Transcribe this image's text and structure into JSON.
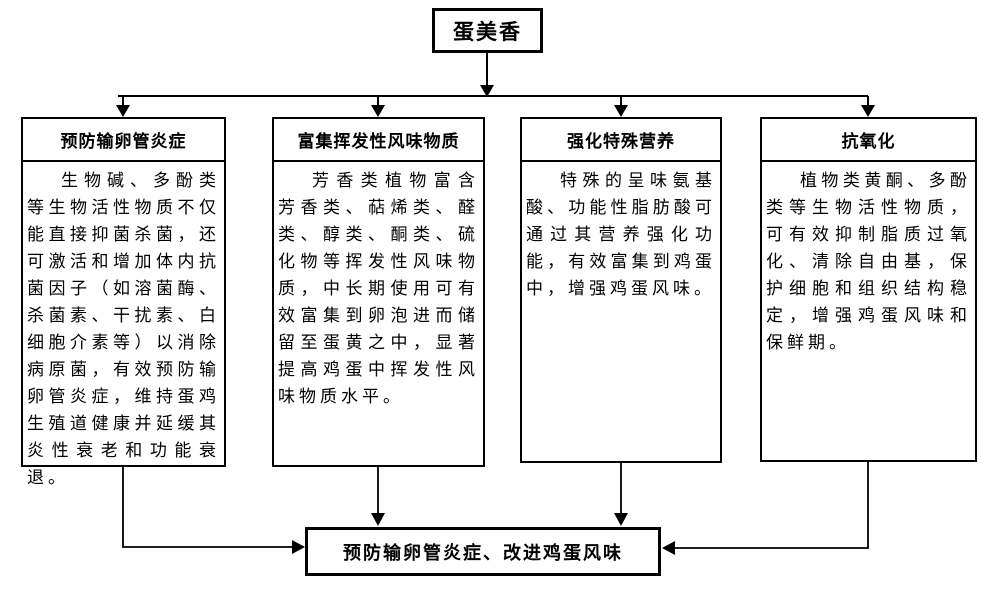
{
  "root": {
    "title": "蛋美香"
  },
  "branches": [
    {
      "title": "预防输卵管炎症",
      "body": "生物碱、多酚类等生物活性物质不仅能直接抑菌杀菌，还可激活和增加体内抗菌因子（如溶菌酶、杀菌素、干扰素、白细胞介素等）以消除病原菌，有效预防输卵管炎症，维持蛋鸡生殖道健康并延缓其炎性衰老和功能衰退。"
    },
    {
      "title": "富集挥发性风味物质",
      "body": "芳香类植物富含芳香类、萜烯类、醛类、醇类、酮类、硫化物等挥发性风味物质，中长期使用可有效富集到卵泡进而储留至蛋黄之中，显著提高鸡蛋中挥发性风味物质水平。"
    },
    {
      "title": "强化特殊营养",
      "body": "特殊的呈味氨基酸、功能性脂肪酸可通过其营养强化功能，有效富集到鸡蛋中，增强鸡蛋风味。"
    },
    {
      "title": "抗氧化",
      "body": "植物类黄酮、多酚类等生物活性物质，可有效抑制脂质过氧化、清除自由基，保护细胞和组织结构稳定，增强鸡蛋风味和保鲜期。"
    }
  ],
  "outcome": {
    "title": "预防输卵管炎症、改进鸡蛋风味"
  }
}
